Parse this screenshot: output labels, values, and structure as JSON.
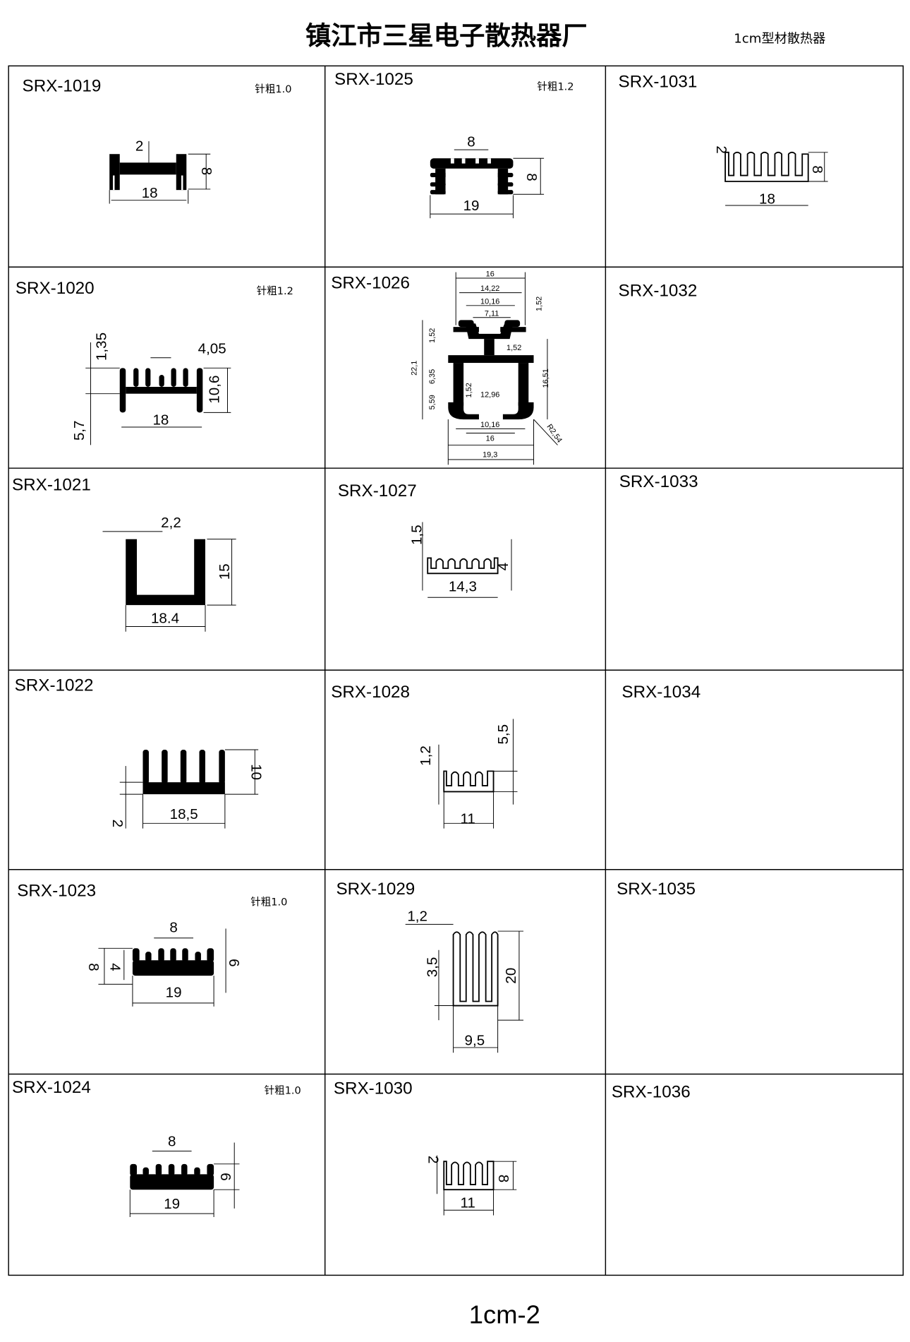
{
  "header": {
    "title": "镇江市三星电子散热器厂",
    "subtitle": "1cm型材散热器"
  },
  "cells": [
    {
      "label": "SRX-1019",
      "pin_note": "针粗1.0",
      "dims": [
        "2",
        "8",
        "18"
      ]
    },
    {
      "label": "SRX-1025",
      "pin_note": "针粗1.2",
      "dims": [
        "8",
        "8",
        "19"
      ]
    },
    {
      "label": "SRX-1031",
      "dims": [
        "2",
        "8",
        "18"
      ]
    },
    {
      "label": "SRX-1020",
      "pin_note": "针粗1.2",
      "dims": [
        "1,35",
        "4,05",
        "10,6",
        "18",
        "5,7"
      ]
    },
    {
      "label": "SRX-1026",
      "dims": [
        "16",
        "14,22",
        "10,16",
        "7,11",
        "1,52",
        "1,52",
        "1,52",
        "22,1",
        "6,35",
        "16,51",
        "5,59",
        "1,52",
        "12,96",
        "10,16",
        "16",
        "19,3",
        "R2,54"
      ]
    },
    {
      "label": "SRX-1032"
    },
    {
      "label": "SRX-1021",
      "dims": [
        "2,2",
        "15",
        "18.4"
      ]
    },
    {
      "label": "SRX-1027",
      "dims": [
        "1,5",
        "4",
        "14,3"
      ]
    },
    {
      "label": "SRX-1033"
    },
    {
      "label": "SRX-1022",
      "dims": [
        "10",
        "18,5",
        "2"
      ]
    },
    {
      "label": "SRX-1028",
      "dims": [
        "1,2",
        "5,5",
        "11"
      ]
    },
    {
      "label": "SRX-1034"
    },
    {
      "label": "SRX-1023",
      "pin_note": "针粗1.0",
      "dims": [
        "8",
        "8",
        "4",
        "6",
        "19"
      ]
    },
    {
      "label": "SRX-1029",
      "dims": [
        "1,2",
        "3,5",
        "20",
        "9,5"
      ]
    },
    {
      "label": "SRX-1035"
    },
    {
      "label": "SRX-1024",
      "pin_note": "针粗1.0",
      "dims": [
        "8",
        "6",
        "19"
      ]
    },
    {
      "label": "SRX-1030",
      "dims": [
        "2",
        "8",
        "11"
      ]
    },
    {
      "label": "SRX-1036"
    }
  ],
  "footer": {
    "page": "1cm-2"
  }
}
